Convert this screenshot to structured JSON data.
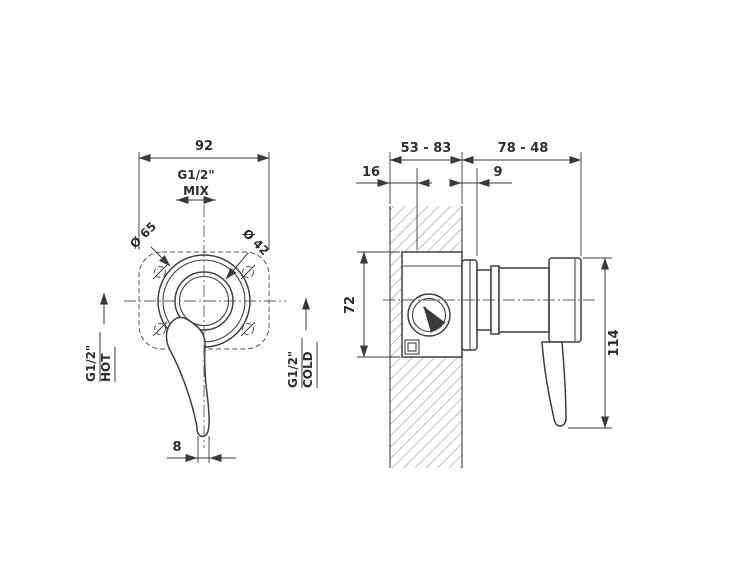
{
  "front": {
    "dim_width": "92",
    "thread_mix": "G1/2\"",
    "mix": "MIX",
    "dia_outer": "Ø 65",
    "dia_inner": "Ø 42",
    "thread_hot": "G1/2\"",
    "hot": "HOT",
    "thread_cold": "G1/2\"",
    "cold": "COLD",
    "dim_lever": "8"
  },
  "side": {
    "dim_depth_range": "53 - 83",
    "dim_protrusion_range": "78 - 48",
    "dim_recess": "16",
    "dim_plate": "9",
    "dim_body_height": "72",
    "dim_total_height": "114"
  }
}
